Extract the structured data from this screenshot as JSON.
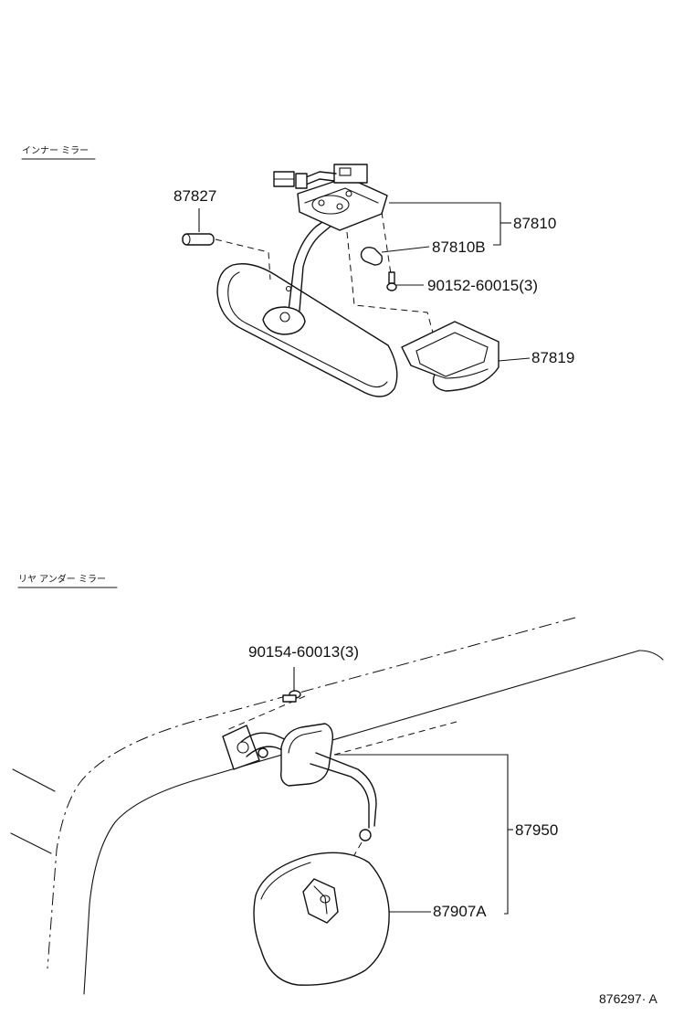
{
  "sections": {
    "inner_mirror": {
      "title": "インナー ミラー"
    },
    "rear_under_mirror": {
      "title": "リヤ アンダー ミラー"
    }
  },
  "parts": {
    "p87827": "87827",
    "p87810": "87810",
    "p87810B": "87810B",
    "p90152": "90152-60015(3)",
    "p87819": "87819",
    "p90154": "90154-60013(3)",
    "p87950": "87950",
    "p87907A": "87907A"
  },
  "reference_code": "876297· A"
}
